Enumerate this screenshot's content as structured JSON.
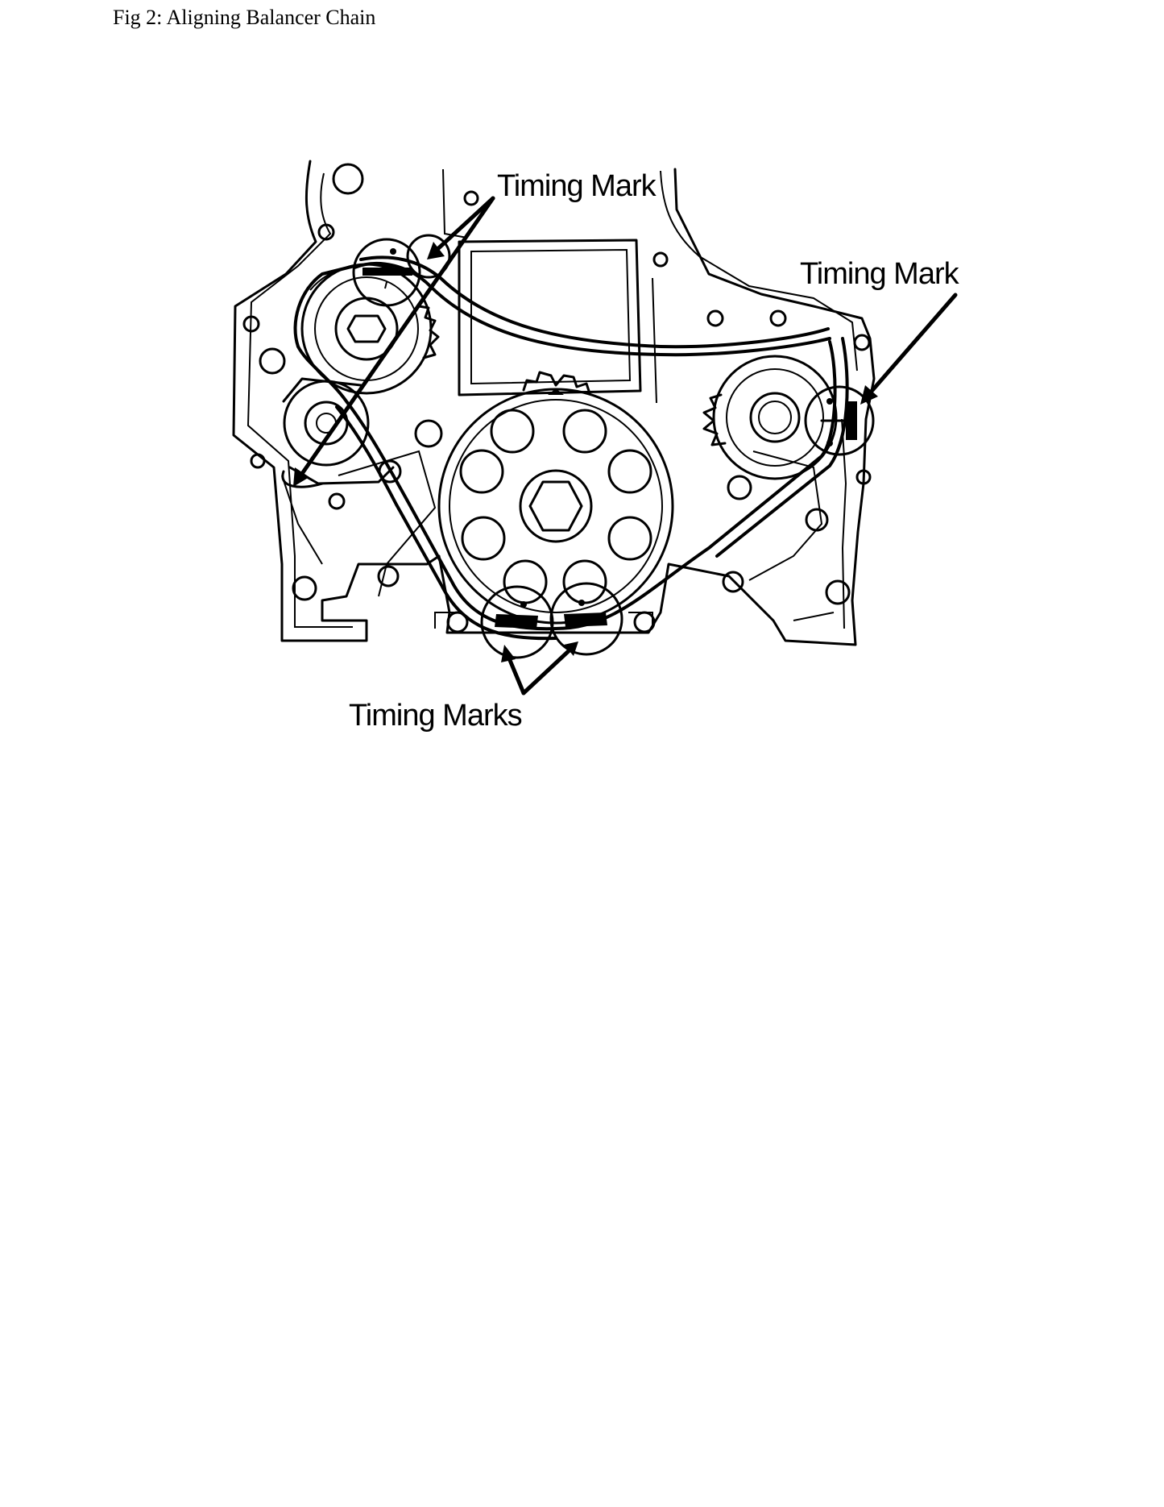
{
  "caption": "Fig 2: Aligning Balancer Chain",
  "labels": {
    "timing_mark_top": "Timing Mark",
    "timing_mark_right": "Timing Mark",
    "timing_marks_bottom": "Timing Marks"
  },
  "colors": {
    "ink": "#000000",
    "paper": "#ffffff"
  }
}
